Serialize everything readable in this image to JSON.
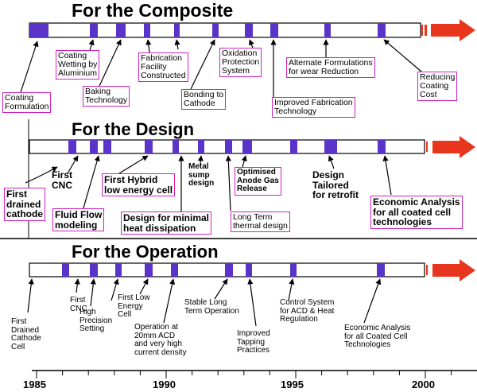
{
  "sections": {
    "composite": {
      "title": "For the Composite",
      "labels": [
        "Coating\nFormulation",
        "Coating\nWetting by\nAluminium",
        "Baking\nTechnology",
        "Fabrication\nFacility\nConstructed",
        "Bonding to\nCathode",
        "Oxidation\nProtection\nSystem",
        "Improved Fabrication\nTechnology",
        "Alternate Formulations\nfor wear Reduction",
        "Reducing\nCoating\nCost"
      ]
    },
    "design": {
      "title": "For the Design",
      "labels": [
        "First\ndrained\ncathode",
        "First\nCNC",
        "Fluid Flow\nmodeling",
        "First Hybrid\nlow energy cell",
        "Design for minimal\nheat dissipation",
        "Metal\nsump\ndesign",
        "Optimised\nAnode Gas\nRelease",
        "Long Term\nthermal design",
        "Design\nTailored\nfor retrofit",
        "Economic Analysis\nfor all coated cell\ntechnologies"
      ]
    },
    "operation": {
      "title": "For the Operation",
      "labels": [
        "First\nDrained\nCathode\nCell",
        "First\nCNC",
        "High\nPrecision\nSetting",
        "First Low\nEnergy\nCell",
        "Operation at\n20mm ACD\nand very high\ncurrent density",
        "Stable Long\nTerm Operation",
        "Improved\nTapping\nPractices",
        "Control System\nfor ACD & Heat\nRegulation",
        "Economic Analysis\nfor all Coated Cell\nTechnologies"
      ]
    }
  },
  "axis": {
    "years": [
      "1985",
      "1990",
      "1995",
      "2000"
    ]
  },
  "colors": {
    "marker": "#5a34c8",
    "arrow": "#e8361e",
    "box_border": "#d020c0",
    "text": "#000000"
  }
}
